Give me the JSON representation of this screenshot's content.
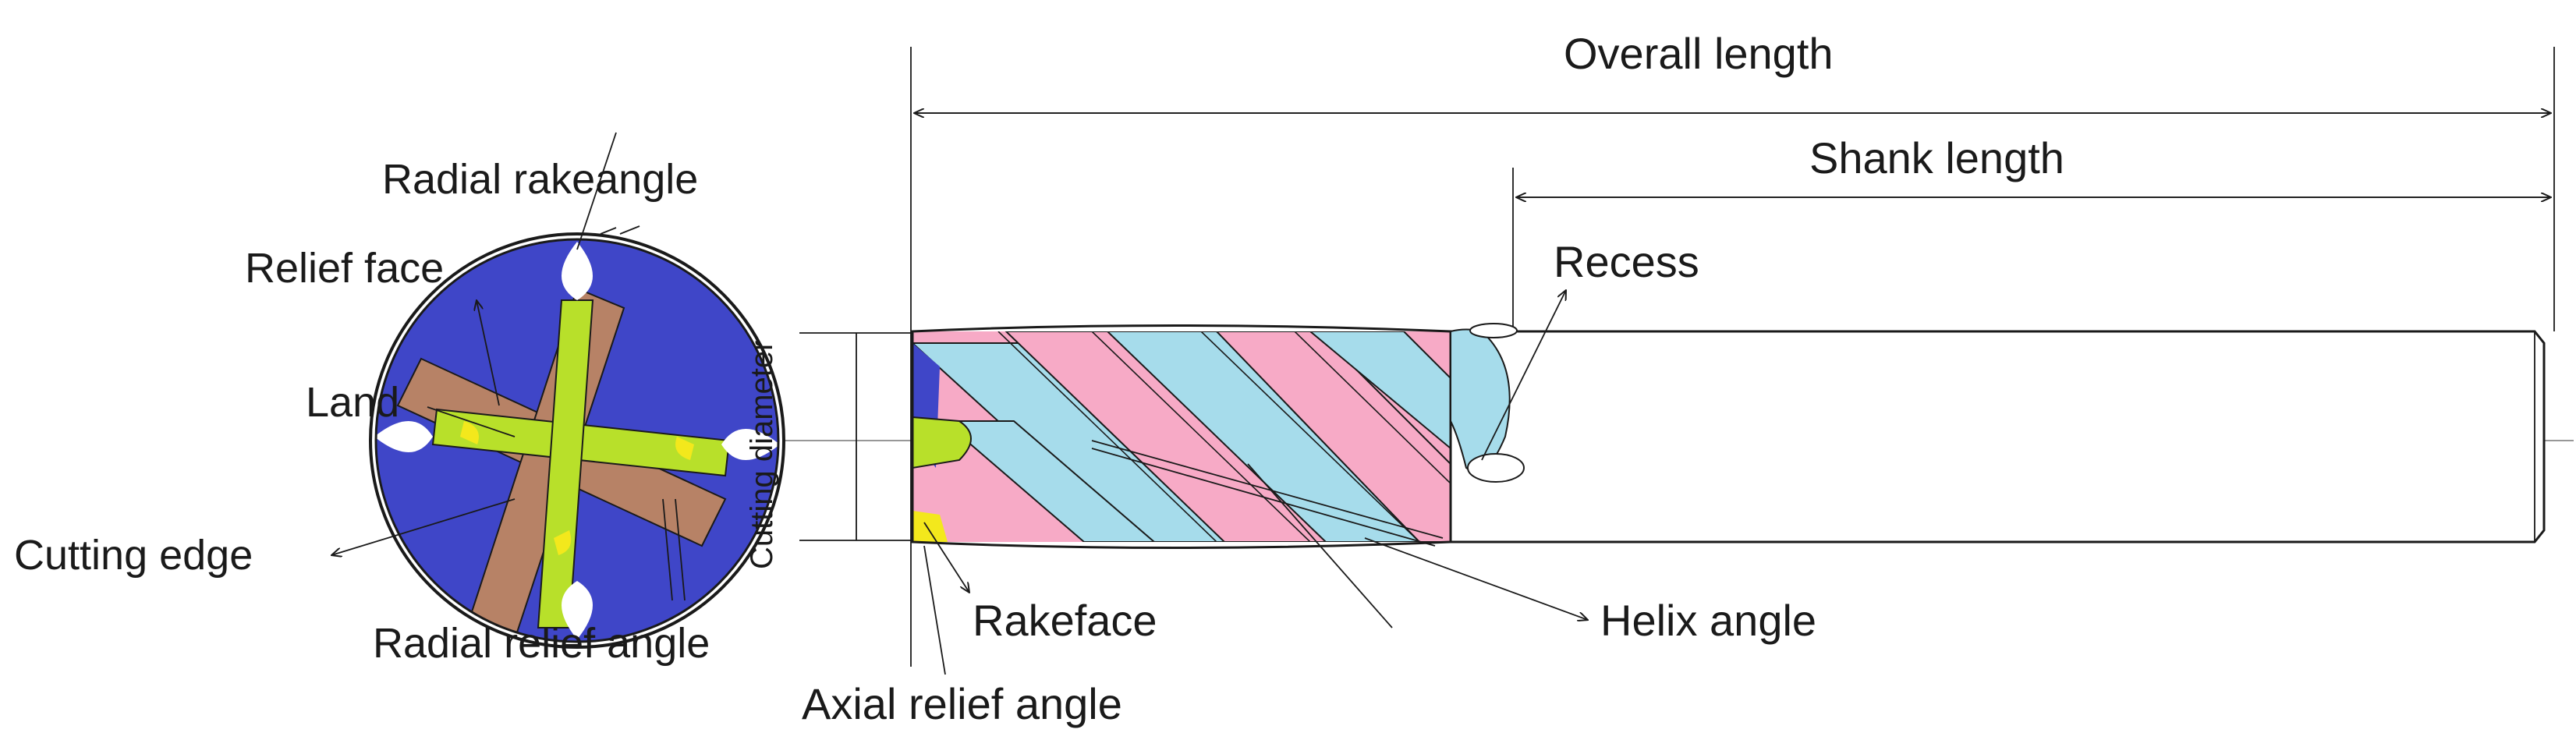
{
  "labels": {
    "overall_length": "Overall length",
    "shank_length": "Shank length",
    "recess": "Recess",
    "radial_rake_angle": "Radial rakeangle",
    "relief_face": "Relief face",
    "land": "Land",
    "cutting_edge": "Cutting edge",
    "radial_relief_angle": "Radial relief angle",
    "cutting_diameter": "Cutting diameter",
    "rake_face": "Rakeface",
    "axial_relief_angle": "Axial relief angle",
    "helix_angle": "Helix angle"
  },
  "colors": {
    "flute_blue": "#a6dceb",
    "flute_pink": "#f7aac6",
    "body_blue": "#3f46c8",
    "relief_brown": "#b78266",
    "land_green": "#b8e02a",
    "rake_yellow": "#f3e81c"
  }
}
